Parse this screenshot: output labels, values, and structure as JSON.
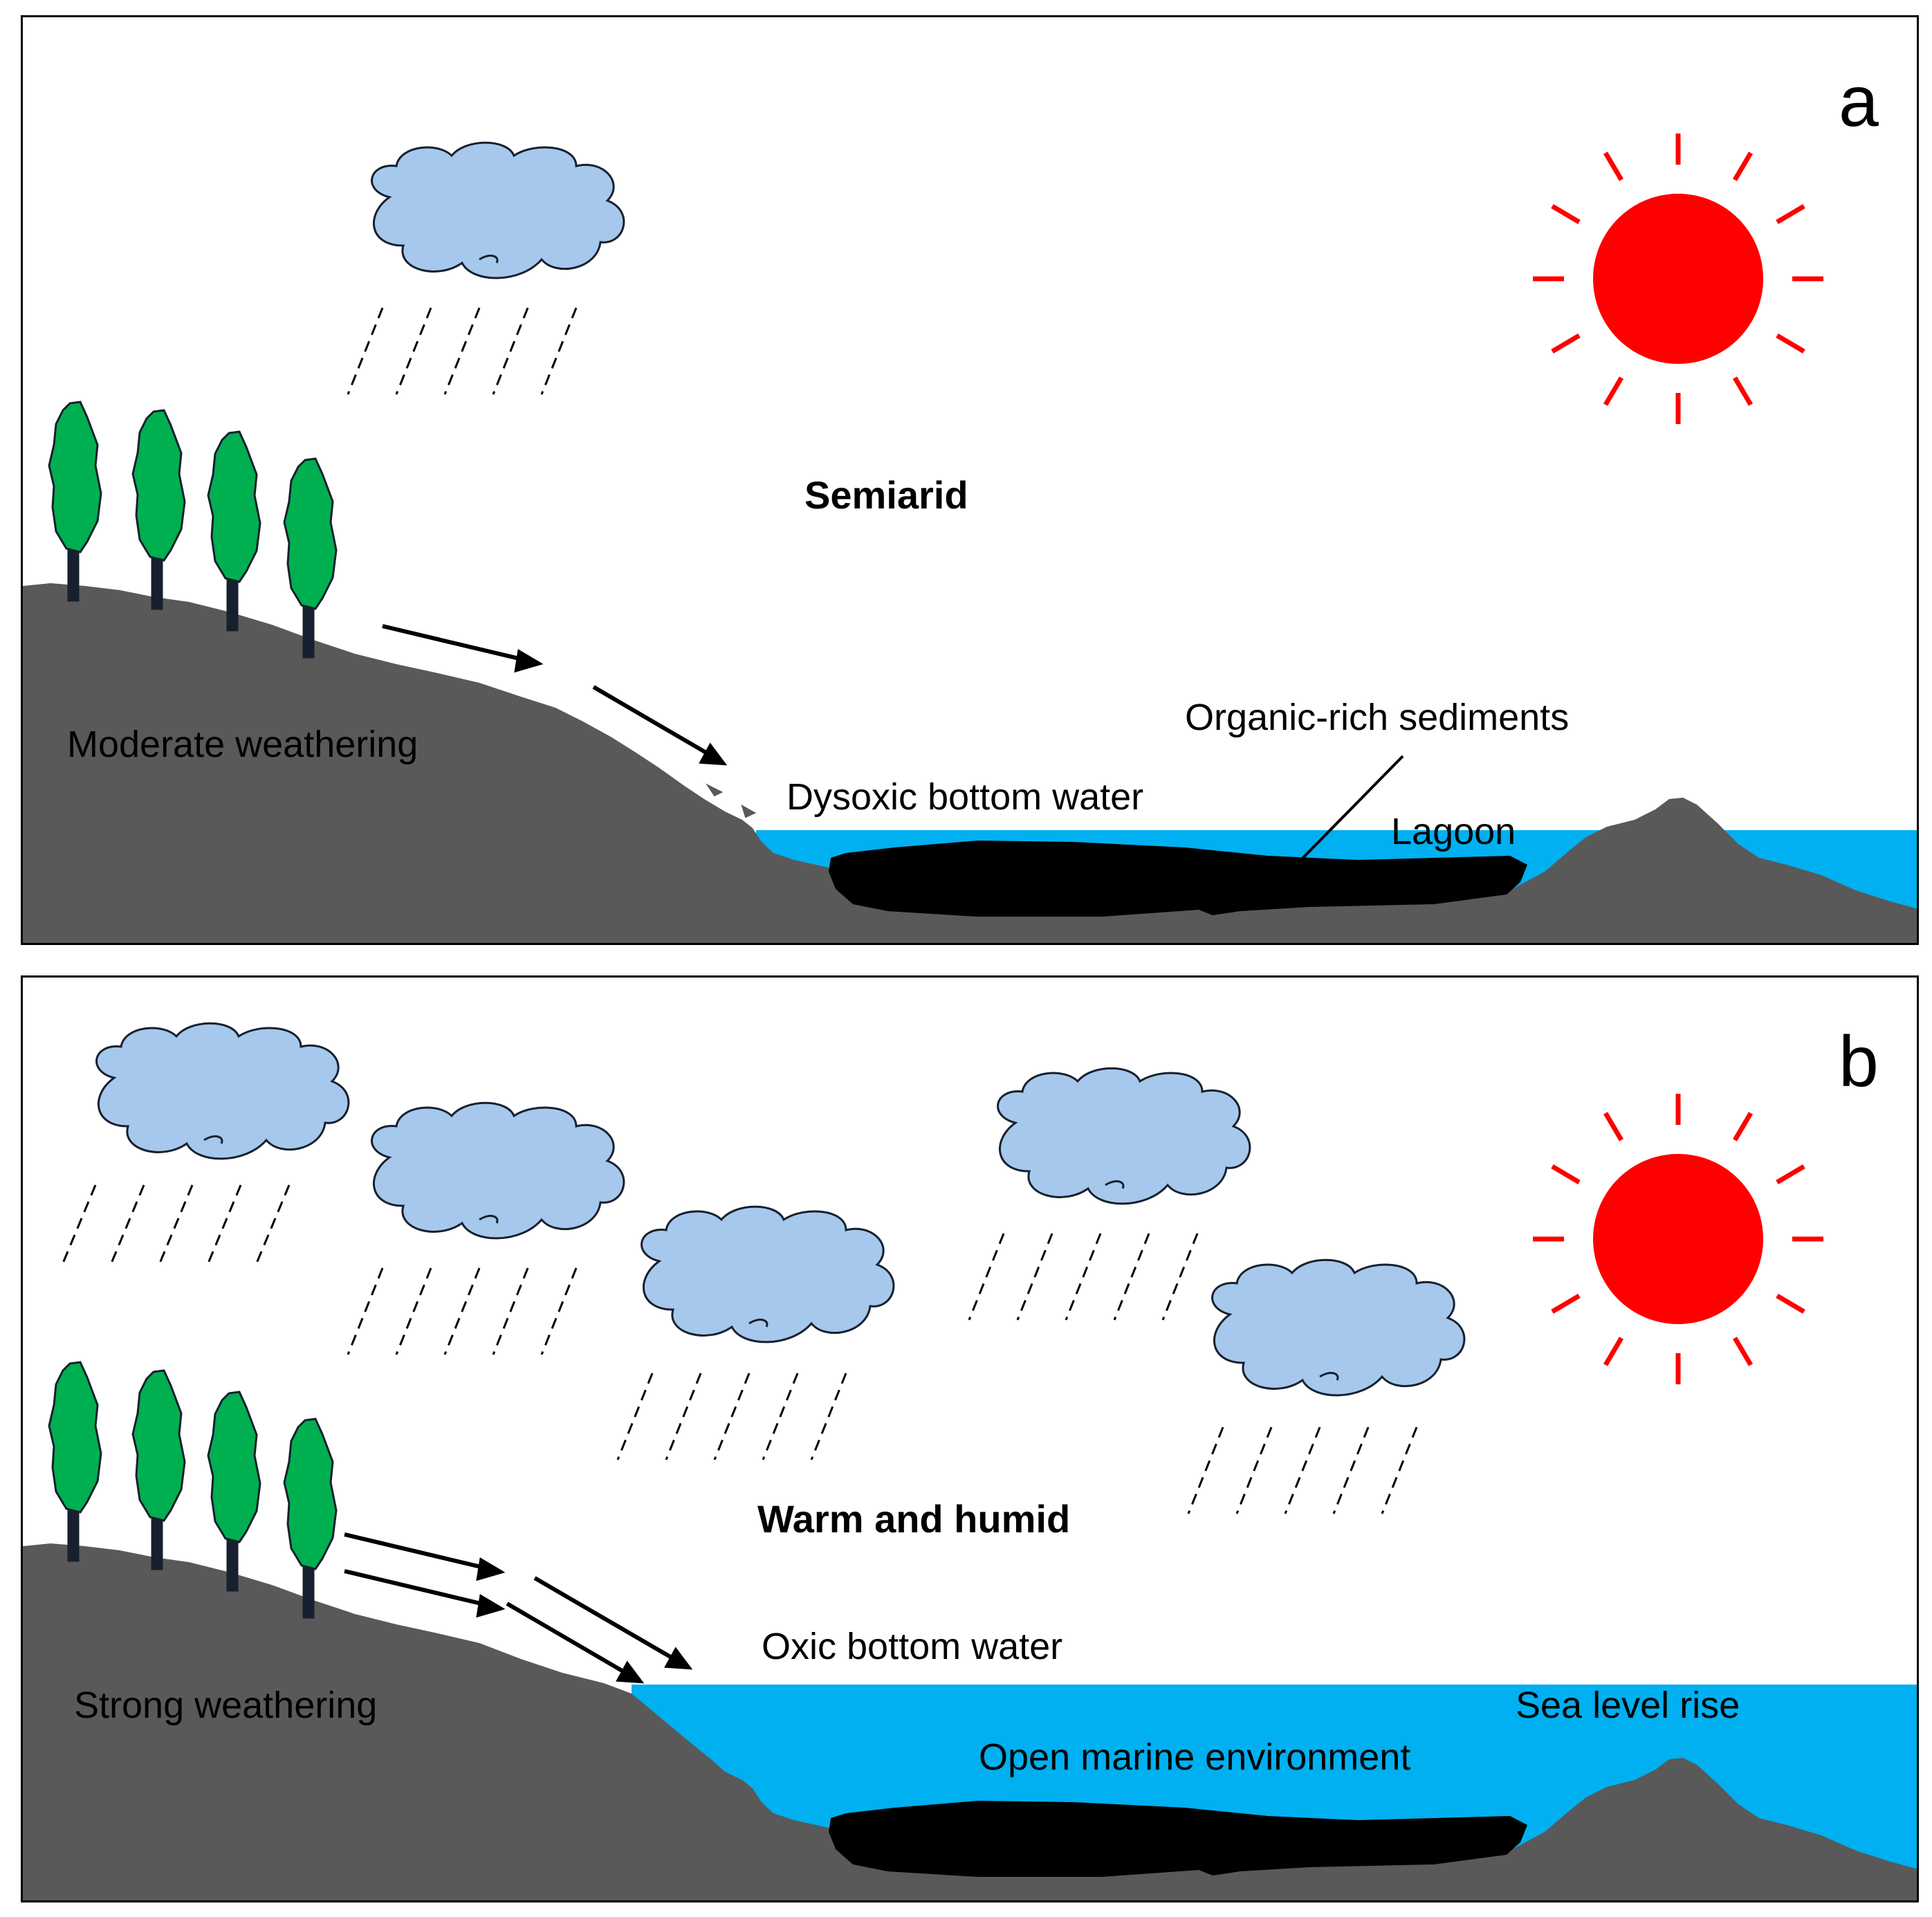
{
  "panels": [
    {
      "id": "a",
      "letter": "a",
      "climate": "Semiarid",
      "weathering": "Moderate weathering",
      "bottom_water": "Dysoxic bottom water",
      "sediments": "Organic-rich sediments",
      "water_body": "Lagoon",
      "cloud_count": 1,
      "arrow_count": 2
    },
    {
      "id": "b",
      "letter": "b",
      "climate": "Warm and humid",
      "weathering": "Strong weathering",
      "bottom_water": "Oxic bottom water",
      "sea_level": "Sea level rise",
      "water_body": "Open marine environment",
      "cloud_count": 5,
      "arrow_count": 4
    }
  ],
  "colors": {
    "land": "#595959",
    "water": "#00b0f0",
    "sediment": "#000000",
    "tree": "#00b050",
    "cloud": "#a6c8ec",
    "sun": "#ff0000"
  }
}
